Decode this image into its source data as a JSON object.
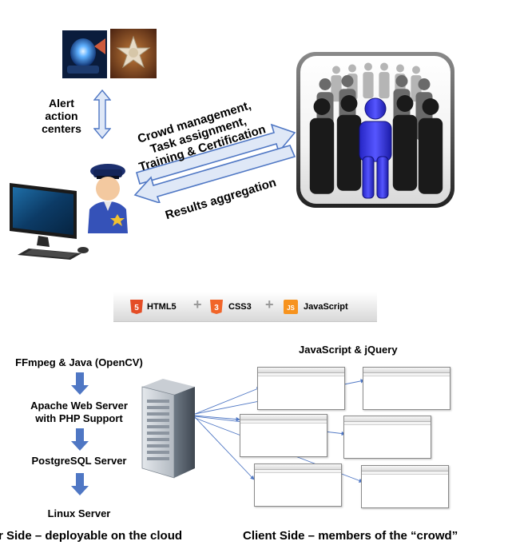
{
  "top": {
    "alert_lines": [
      "Alert",
      "action",
      "centers"
    ],
    "crowd_lines": [
      "Crowd management,",
      "Task assignment,",
      "Training & Certification"
    ],
    "results": "Results aggregation"
  },
  "tech": {
    "html5": "HTML5",
    "css3": "CSS3",
    "js": "JavaScript",
    "plus": "+",
    "html5_badge": "5",
    "css3_badge": "3",
    "js_badge": "JS"
  },
  "server": {
    "stack": [
      "FFmpeg & Java (OpenCV)",
      "Apache Web Server\nwith PHP Support",
      "PostgreSQL Server",
      "Linux Server"
    ],
    "caption": "r Side – deployable on the cloud"
  },
  "client": {
    "title": "JavaScript & jQuery",
    "caption": "Client Side – members of the “crowd”"
  },
  "colors": {
    "arrow_blue": "#4f77c4",
    "arrow_fill": "#dfe8f7",
    "html5_orange": "#e44d26",
    "css3_orange": "#f16529",
    "js_orange": "#f7931e",
    "figure_highlight": "#2f2fd6"
  },
  "icons": [
    "siren-icon",
    "police-badge-icon",
    "computer-monitor-icon",
    "police-officer-icon",
    "crowd-icon",
    "server-tower-icon"
  ]
}
